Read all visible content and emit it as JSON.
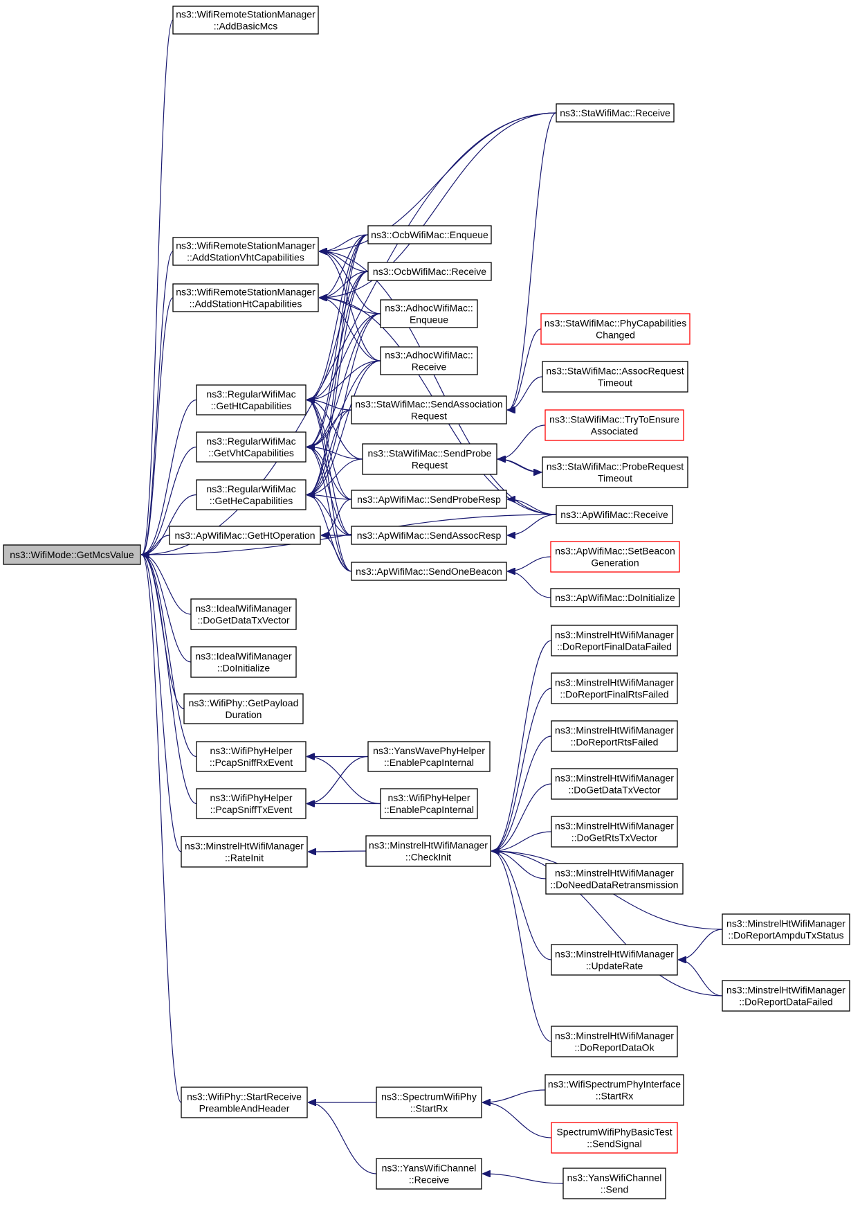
{
  "root": {
    "id": "n0",
    "lines": [
      "ns3::WifiMode::GetMcsValue"
    ]
  },
  "nodes": [
    {
      "id": "n1",
      "lines": [
        "ns3::WifiRemoteStationManager",
        "::AddBasicMcs"
      ]
    },
    {
      "id": "n2",
      "lines": [
        "ns3::StaWifiMac::Receive"
      ]
    },
    {
      "id": "n3",
      "lines": [
        "ns3::WifiRemoteStationManager",
        "::AddStationVhtCapabilities"
      ]
    },
    {
      "id": "n4",
      "lines": [
        "ns3::WifiRemoteStationManager",
        "::AddStationHtCapabilities"
      ]
    },
    {
      "id": "n5",
      "lines": [
        "ns3::OcbWifiMac::Enqueue"
      ]
    },
    {
      "id": "n6",
      "lines": [
        "ns3::OcbWifiMac::Receive"
      ]
    },
    {
      "id": "n7",
      "lines": [
        "ns3::AdhocWifiMac::",
        "Enqueue"
      ]
    },
    {
      "id": "n8",
      "lines": [
        "ns3::AdhocWifiMac::",
        "Receive"
      ]
    },
    {
      "id": "n9",
      "lines": [
        "ns3::StaWifiMac::PhyCapabilities",
        "Changed"
      ],
      "red": true
    },
    {
      "id": "n10",
      "lines": [
        "ns3::StaWifiMac::AssocRequest",
        "Timeout"
      ]
    },
    {
      "id": "n11",
      "lines": [
        "ns3::RegularWifiMac",
        "::GetHtCapabilities"
      ]
    },
    {
      "id": "n12",
      "lines": [
        "ns3::StaWifiMac::SendAssociation",
        "Request"
      ]
    },
    {
      "id": "n13",
      "lines": [
        "ns3::StaWifiMac::TryToEnsure",
        "Associated"
      ],
      "red": true
    },
    {
      "id": "n14",
      "lines": [
        "ns3::RegularWifiMac",
        "::GetVhtCapabilities"
      ]
    },
    {
      "id": "n15",
      "lines": [
        "ns3::StaWifiMac::SendProbe",
        "Request"
      ]
    },
    {
      "id": "n16",
      "lines": [
        "ns3::StaWifiMac::ProbeRequest",
        "Timeout"
      ]
    },
    {
      "id": "n17",
      "lines": [
        "ns3::RegularWifiMac",
        "::GetHeCapabilities"
      ]
    },
    {
      "id": "n18",
      "lines": [
        "ns3::ApWifiMac::SendProbeResp"
      ]
    },
    {
      "id": "n19",
      "lines": [
        "ns3::ApWifiMac::Receive"
      ]
    },
    {
      "id": "n20",
      "lines": [
        "ns3::ApWifiMac::GetHtOperation"
      ]
    },
    {
      "id": "n21",
      "lines": [
        "ns3::ApWifiMac::SendAssocResp"
      ]
    },
    {
      "id": "n22",
      "lines": [
        "ns3::ApWifiMac::SetBeacon",
        "Generation"
      ],
      "red": true
    },
    {
      "id": "n23",
      "lines": [
        "ns3::ApWifiMac::SendOneBeacon"
      ]
    },
    {
      "id": "n24",
      "lines": [
        "ns3::ApWifiMac::DoInitialize"
      ]
    },
    {
      "id": "n25",
      "lines": [
        "ns3::IdealWifiManager",
        "::DoGetDataTxVector"
      ]
    },
    {
      "id": "n26",
      "lines": [
        "ns3::MinstrelHtWifiManager",
        "::DoReportFinalDataFailed"
      ]
    },
    {
      "id": "n27",
      "lines": [
        "ns3::IdealWifiManager",
        "::DoInitialize"
      ]
    },
    {
      "id": "n28",
      "lines": [
        "ns3::MinstrelHtWifiManager",
        "::DoReportFinalRtsFailed"
      ]
    },
    {
      "id": "n29",
      "lines": [
        "ns3::WifiPhy::GetPayload",
        "Duration"
      ]
    },
    {
      "id": "n30",
      "lines": [
        "ns3::MinstrelHtWifiManager",
        "::DoReportRtsFailed"
      ]
    },
    {
      "id": "n31",
      "lines": [
        "ns3::WifiPhyHelper",
        "::PcapSniffRxEvent"
      ]
    },
    {
      "id": "n32",
      "lines": [
        "ns3::YansWavePhyHelper",
        "::EnablePcapInternal"
      ]
    },
    {
      "id": "n33",
      "lines": [
        "ns3::MinstrelHtWifiManager",
        "::DoGetDataTxVector"
      ]
    },
    {
      "id": "n34",
      "lines": [
        "ns3::WifiPhyHelper",
        "::PcapSniffTxEvent"
      ]
    },
    {
      "id": "n35",
      "lines": [
        "ns3::WifiPhyHelper",
        "::EnablePcapInternal"
      ]
    },
    {
      "id": "n36",
      "lines": [
        "ns3::MinstrelHtWifiManager",
        "::DoGetRtsTxVector"
      ]
    },
    {
      "id": "n37",
      "lines": [
        "ns3::MinstrelHtWifiManager",
        "::RateInit"
      ]
    },
    {
      "id": "n38",
      "lines": [
        "ns3::MinstrelHtWifiManager",
        "::CheckInit"
      ]
    },
    {
      "id": "n39",
      "lines": [
        "ns3::MinstrelHtWifiManager",
        "::DoNeedDataRetransmission"
      ]
    },
    {
      "id": "n40",
      "lines": [
        "ns3::MinstrelHtWifiManager",
        "::DoReportAmpduTxStatus"
      ]
    },
    {
      "id": "n41",
      "lines": [
        "ns3::MinstrelHtWifiManager",
        "::UpdateRate"
      ]
    },
    {
      "id": "n42",
      "lines": [
        "ns3::MinstrelHtWifiManager",
        "::DoReportDataFailed"
      ]
    },
    {
      "id": "n43",
      "lines": [
        "ns3::MinstrelHtWifiManager",
        "::DoReportDataOk"
      ]
    },
    {
      "id": "n44",
      "lines": [
        "ns3::WifiSpectrumPhyInterface",
        "::StartRx"
      ]
    },
    {
      "id": "n45",
      "lines": [
        "ns3::WifiPhy::StartReceive",
        "PreambleAndHeader"
      ]
    },
    {
      "id": "n46",
      "lines": [
        "ns3::SpectrumWifiPhy",
        "::StartRx"
      ]
    },
    {
      "id": "n47",
      "lines": [
        "SpectrumWifiPhyBasicTest",
        "::SendSignal"
      ],
      "red": true
    },
    {
      "id": "n48",
      "lines": [
        "ns3::YansWifiChannel",
        "::Receive"
      ]
    },
    {
      "id": "n49",
      "lines": [
        "ns3::YansWifiChannel",
        "::Send"
      ]
    }
  ],
  "edges": [
    {
      "from": "n0",
      "to": "n1"
    },
    {
      "from": "n0",
      "to": "n2"
    },
    {
      "from": "n0",
      "to": "n3"
    },
    {
      "from": "n0",
      "to": "n4"
    },
    {
      "from": "n0",
      "to": "n11"
    },
    {
      "from": "n0",
      "to": "n14"
    },
    {
      "from": "n0",
      "to": "n17"
    },
    {
      "from": "n0",
      "to": "n20"
    },
    {
      "from": "n0",
      "to": "n19"
    },
    {
      "from": "n0",
      "to": "n25"
    },
    {
      "from": "n0",
      "to": "n27"
    },
    {
      "from": "n0",
      "to": "n29"
    },
    {
      "from": "n0",
      "to": "n31"
    },
    {
      "from": "n0",
      "to": "n34"
    },
    {
      "from": "n0",
      "to": "n37"
    },
    {
      "from": "n0",
      "to": "n45"
    },
    {
      "from": "n3",
      "to": "n2"
    },
    {
      "from": "n3",
      "to": "n5"
    },
    {
      "from": "n3",
      "to": "n6"
    },
    {
      "from": "n3",
      "to": "n7"
    },
    {
      "from": "n3",
      "to": "n8"
    },
    {
      "from": "n3",
      "to": "n19"
    },
    {
      "from": "n4",
      "to": "n2"
    },
    {
      "from": "n4",
      "to": "n5"
    },
    {
      "from": "n4",
      "to": "n6"
    },
    {
      "from": "n4",
      "to": "n7"
    },
    {
      "from": "n4",
      "to": "n8"
    },
    {
      "from": "n4",
      "to": "n19"
    },
    {
      "from": "n12",
      "to": "n9"
    },
    {
      "from": "n12",
      "to": "n10"
    },
    {
      "from": "n12",
      "to": "n2"
    },
    {
      "from": "n11",
      "to": "n5"
    },
    {
      "from": "n11",
      "to": "n6"
    },
    {
      "from": "n11",
      "to": "n7"
    },
    {
      "from": "n11",
      "to": "n8"
    },
    {
      "from": "n11",
      "to": "n12"
    },
    {
      "from": "n11",
      "to": "n15"
    },
    {
      "from": "n11",
      "to": "n18"
    },
    {
      "from": "n11",
      "to": "n21"
    },
    {
      "from": "n11",
      "to": "n23"
    },
    {
      "from": "n14",
      "to": "n5"
    },
    {
      "from": "n14",
      "to": "n6"
    },
    {
      "from": "n14",
      "to": "n7"
    },
    {
      "from": "n14",
      "to": "n8"
    },
    {
      "from": "n14",
      "to": "n12"
    },
    {
      "from": "n14",
      "to": "n15"
    },
    {
      "from": "n14",
      "to": "n18"
    },
    {
      "from": "n14",
      "to": "n21"
    },
    {
      "from": "n14",
      "to": "n23"
    },
    {
      "from": "n17",
      "to": "n5"
    },
    {
      "from": "n17",
      "to": "n6"
    },
    {
      "from": "n17",
      "to": "n7"
    },
    {
      "from": "n17",
      "to": "n8"
    },
    {
      "from": "n17",
      "to": "n12"
    },
    {
      "from": "n17",
      "to": "n15"
    },
    {
      "from": "n17",
      "to": "n18"
    },
    {
      "from": "n17",
      "to": "n21"
    },
    {
      "from": "n17",
      "to": "n23"
    },
    {
      "from": "n15",
      "to": "n13"
    },
    {
      "from": "n15",
      "to": "n16"
    },
    {
      "from": "n16",
      "to": "n15"
    },
    {
      "from": "n18",
      "to": "n19"
    },
    {
      "from": "n21",
      "to": "n19"
    },
    {
      "from": "n20",
      "to": "n18"
    },
    {
      "from": "n20",
      "to": "n21"
    },
    {
      "from": "n20",
      "to": "n23"
    },
    {
      "from": "n23",
      "to": "n22"
    },
    {
      "from": "n23",
      "to": "n24"
    },
    {
      "from": "n31",
      "to": "n32"
    },
    {
      "from": "n31",
      "to": "n35"
    },
    {
      "from": "n34",
      "to": "n32"
    },
    {
      "from": "n34",
      "to": "n35"
    },
    {
      "from": "n37",
      "to": "n38"
    },
    {
      "from": "n38",
      "to": "n26"
    },
    {
      "from": "n38",
      "to": "n28"
    },
    {
      "from": "n38",
      "to": "n30"
    },
    {
      "from": "n38",
      "to": "n33"
    },
    {
      "from": "n38",
      "to": "n36"
    },
    {
      "from": "n38",
      "to": "n39"
    },
    {
      "from": "n38",
      "to": "n40"
    },
    {
      "from": "n38",
      "to": "n41"
    },
    {
      "from": "n38",
      "to": "n42"
    },
    {
      "from": "n38",
      "to": "n43"
    },
    {
      "from": "n41",
      "to": "n40"
    },
    {
      "from": "n41",
      "to": "n42"
    },
    {
      "from": "n45",
      "to": "n46"
    },
    {
      "from": "n45",
      "to": "n48"
    },
    {
      "from": "n46",
      "to": "n44"
    },
    {
      "from": "n46",
      "to": "n47"
    },
    {
      "from": "n48",
      "to": "n49"
    }
  ]
}
